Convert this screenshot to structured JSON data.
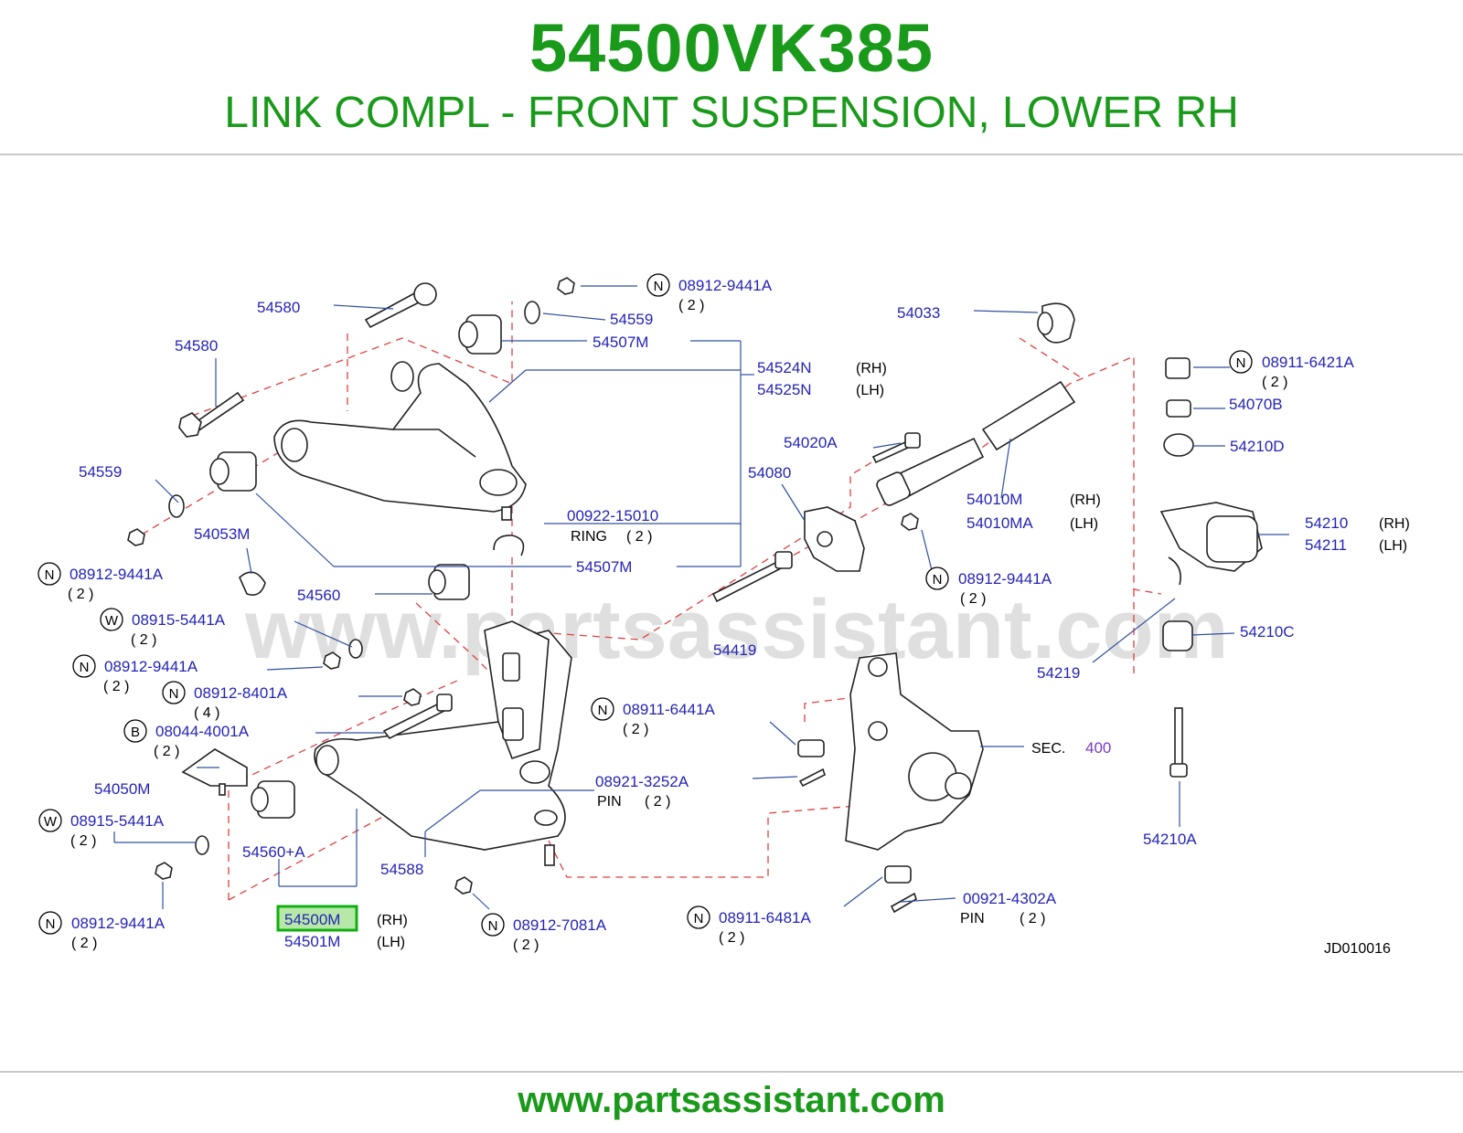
{
  "header": {
    "part_number": "54500VK385",
    "description": "LINK COMPL - FRONT SUSPENSION, LOWER RH"
  },
  "watermark": "www.partsassistant.com",
  "footer": {
    "url": "www.partsassistant.com"
  },
  "diagram_code": "JD010016",
  "colors": {
    "title_green": "#1a9a1a",
    "label_blue": "#2424b8",
    "dash_red": "#e04040",
    "highlight_green": "#10b010"
  },
  "labels": {
    "l54580a": "54580",
    "l54580b": "54580",
    "l08912_9441a_top": "08912-9441A",
    "q_top": "( 2 )",
    "l54559a": "54559",
    "l54507m_a": "54507M",
    "l54524n": "54524N",
    "l54524n_side": "(RH)",
    "l54525n": "54525N",
    "l54525n_side": "(LH)",
    "l54033": "54033",
    "l08911_6421a": "08911-6421A",
    "q_6421": "( 2 )",
    "l54070b": "54070B",
    "l54210d": "54210D",
    "l54020a": "54020A",
    "l54559b": "54559",
    "l54080": "54080",
    "l54010m": "54010M",
    "l54010m_side": "(RH)",
    "l54010ma": "54010MA",
    "l54010ma_side": "(LH)",
    "l54210": "54210",
    "l54210_side": "(RH)",
    "l54211": "54211",
    "l54211_side": "(LH)",
    "l00922_15010": "00922-15010",
    "ring": "RING",
    "q_ring": "( 2 )",
    "l54053m": "54053M",
    "l54507m_b": "54507M",
    "l08912_9441a_b": "08912-9441A",
    "q_b": "( 2 )",
    "l08912_9441a_c": "08912-9441A",
    "q_c": "( 2 )",
    "l54560": "54560",
    "l08915_5441a_a": "08915-5441A",
    "q_5441a": "( 2 )",
    "l54419": "54419",
    "l54219": "54219",
    "l54210c": "54210C",
    "l08912_9441a_d": "08912-9441A",
    "q_d": "( 2 )",
    "l08912_8401a": "08912-8401A",
    "q_8401": "( 4 )",
    "l08911_6441a": "08911-6441A",
    "q_6441": "( 2 )",
    "l08044_4001a": "08044-4001A",
    "q_4001": "( 2 )",
    "sec": "SEC.",
    "sec_num": "400",
    "l54050m": "54050M",
    "l08921_3252a": "08921-3252A",
    "pin_a": "PIN",
    "q_pin_a": "( 2 )",
    "l08915_5441a_b": "08915-5441A",
    "q_5441b": "( 2 )",
    "l54560a": "54560+A",
    "l54588": "54588",
    "l54210a": "54210A",
    "l00921_4302a": "00921-4302A",
    "pin_b": "PIN",
    "q_pin_b": "( 2 )",
    "l08912_9441a_e": "08912-9441A",
    "q_e": "( 2 )",
    "l54500m": "54500M",
    "l54500m_side": "(RH)",
    "l54501m": "54501M",
    "l54501m_side": "(LH)",
    "l08912_7081a": "08912-7081A",
    "q_7081": "( 2 )",
    "l08911_6481a": "08911-6481A",
    "q_6481": "( 2 )"
  },
  "circle_marks": {
    "n": "N",
    "w": "W",
    "b": "B"
  }
}
